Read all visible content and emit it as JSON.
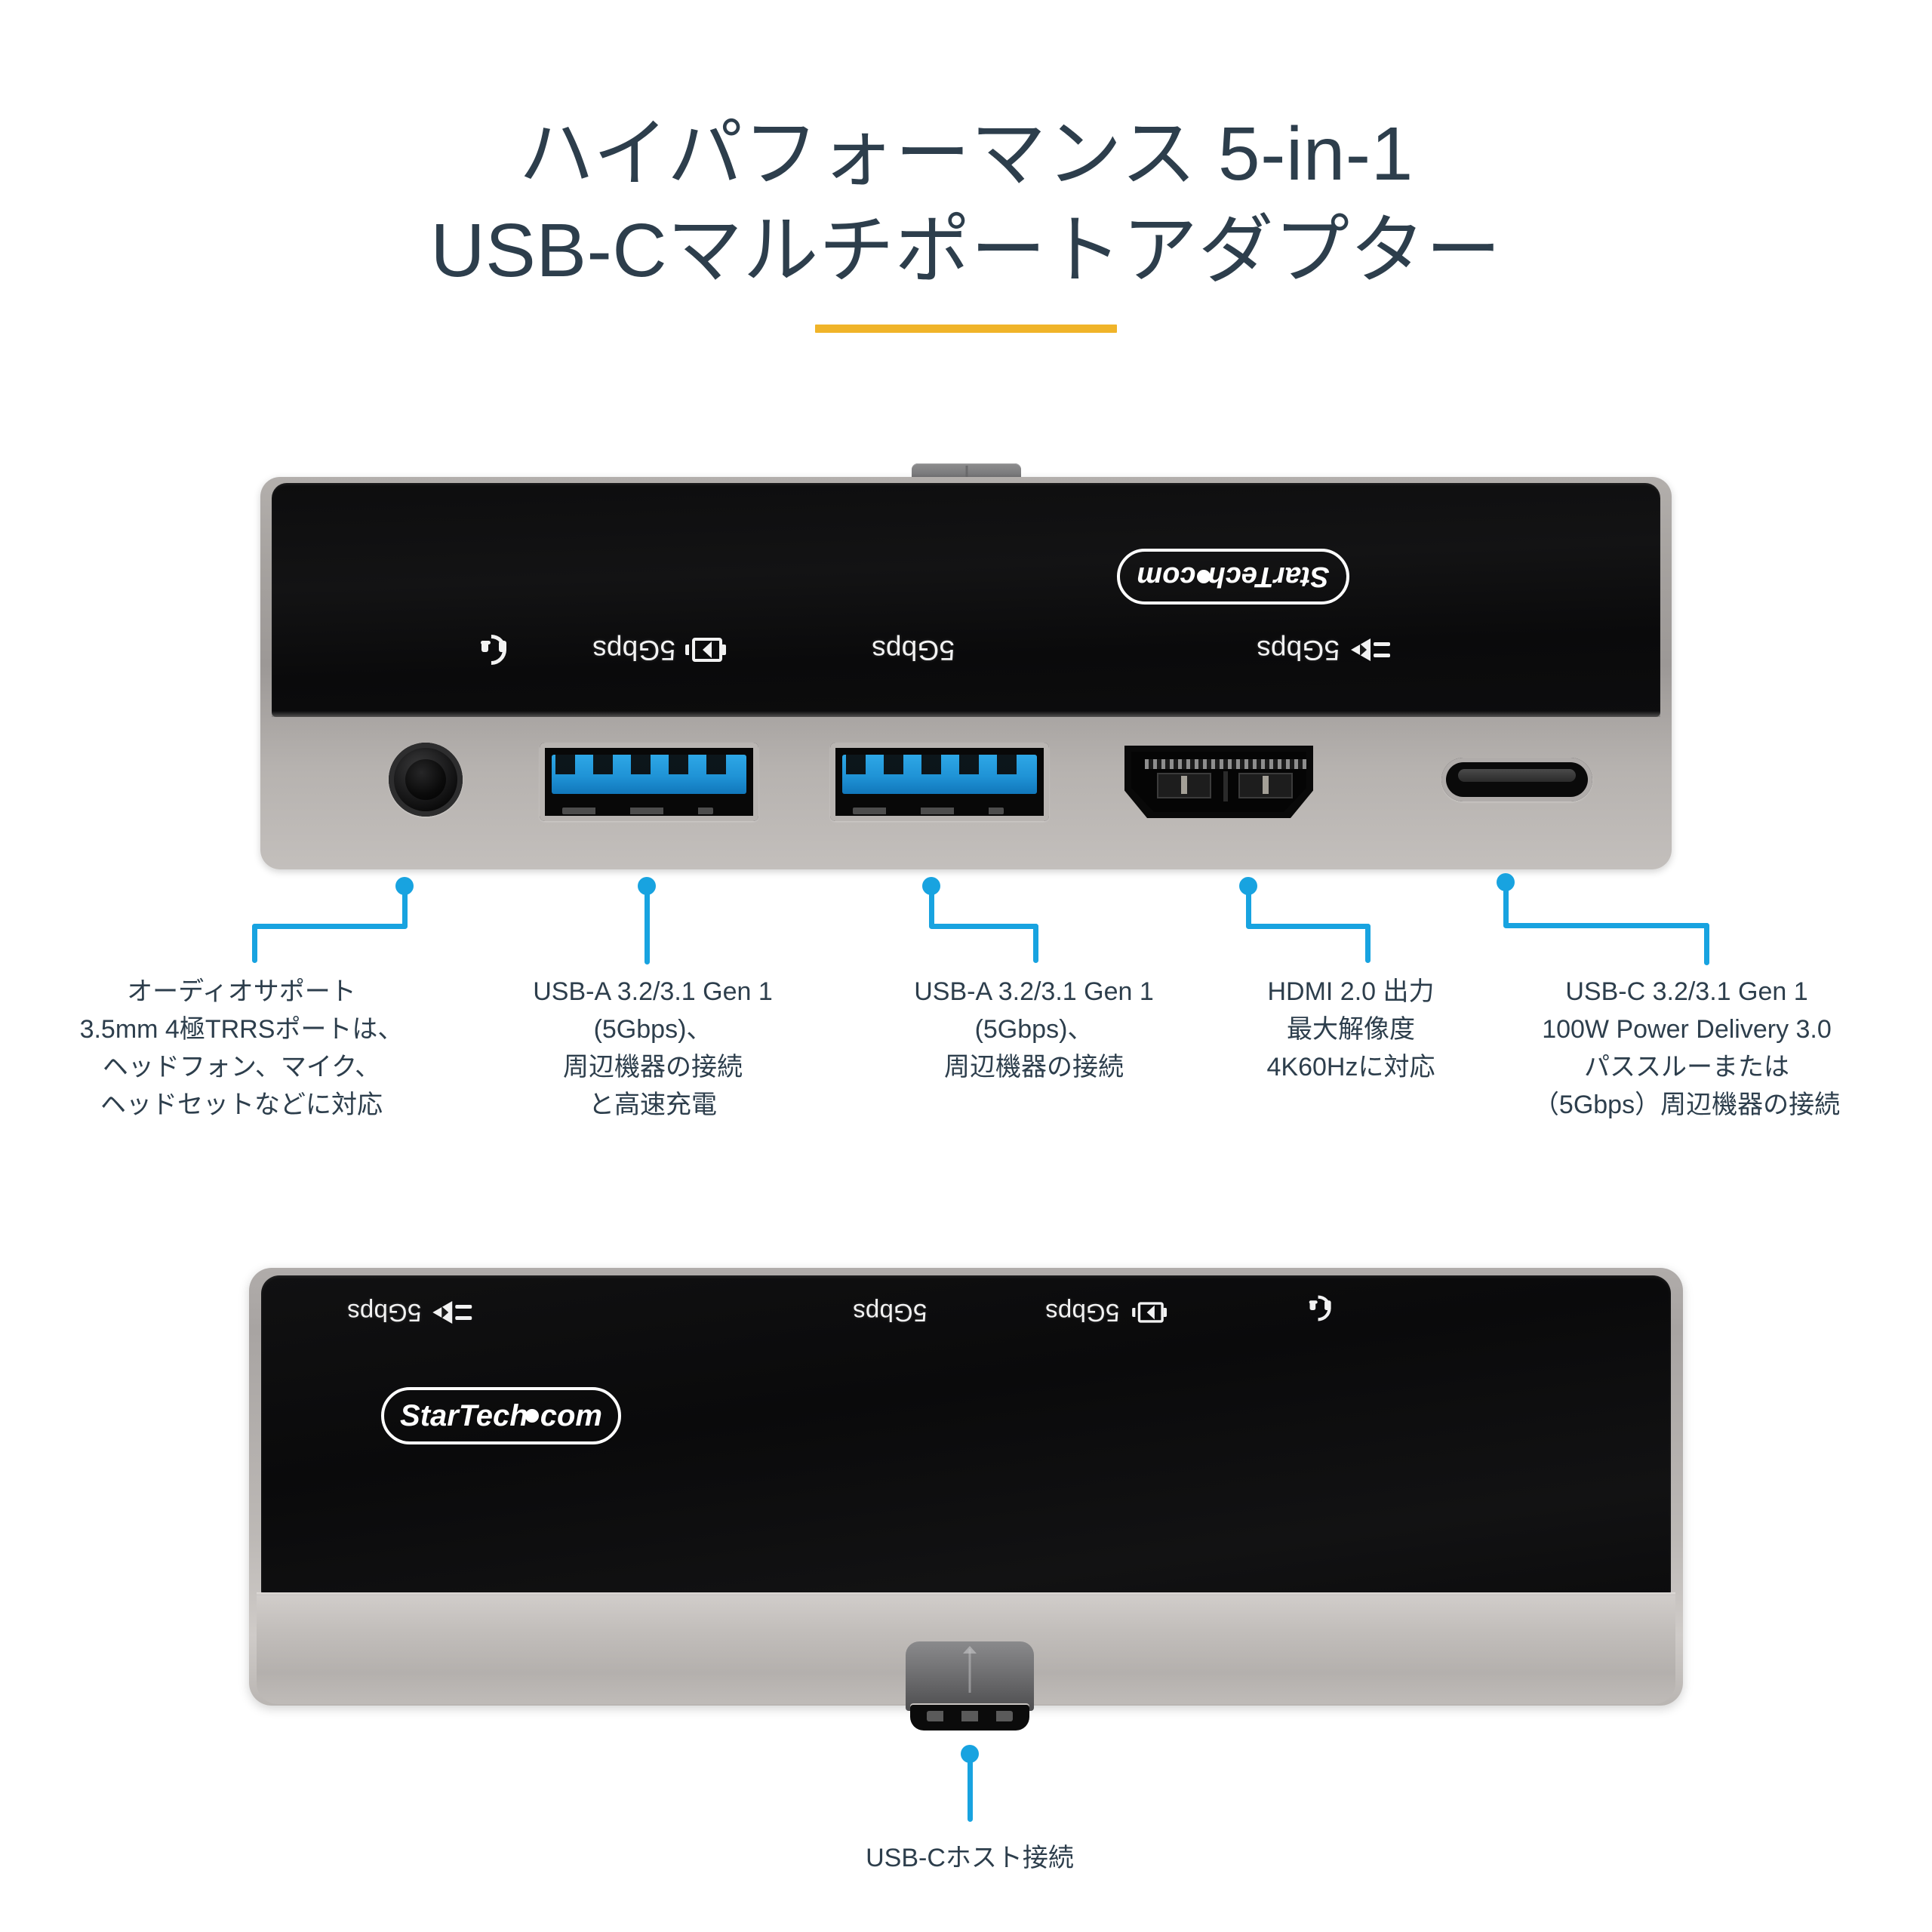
{
  "title": {
    "line1": "ハイパフォーマンス 5-in-1",
    "line2": "USB-Cマルチポートアダプター"
  },
  "colors": {
    "accent": "#18a3e0",
    "rule": "#f0b429",
    "text": "#2d3e4c",
    "usb_a_blue": "#1f93d6",
    "body_silver": "#b5b1ae",
    "panel_black": "#0d0d0e"
  },
  "device_front": {
    "brand": "StarTech",
    "brand_suffix": "com",
    "printed_labels": [
      {
        "text": "",
        "icon": "headset-icon"
      },
      {
        "text": "5Gbps",
        "icon": "battery-charging-icon"
      },
      {
        "text": "5Gbps",
        "icon": ""
      },
      {
        "text": "5Gbps",
        "icon": "power-plug-icon"
      }
    ],
    "ports": [
      {
        "name": "audio-jack-port",
        "type": "3.5mm-trrs"
      },
      {
        "name": "usb-a-port-1",
        "type": "usb-a"
      },
      {
        "name": "usb-a-port-2",
        "type": "usb-a"
      },
      {
        "name": "hdmi-port",
        "type": "hdmi"
      },
      {
        "name": "usb-c-port",
        "type": "usb-c"
      }
    ]
  },
  "device_back": {
    "brand": "StarTech",
    "brand_suffix": "com",
    "printed_labels": [
      {
        "text": "5Gbps",
        "icon": "power-plug-icon"
      },
      {
        "text": "5Gbps",
        "icon": ""
      },
      {
        "text": "5Gbps",
        "icon": "battery-charging-icon"
      },
      {
        "text": "",
        "icon": "headset-icon"
      }
    ]
  },
  "callouts": [
    {
      "id": "audio",
      "lines": [
        "オーディオサポート",
        "3.5mm 4極TRRSポートは、",
        "ヘッドフォン、マイク、",
        "ヘッドセットなどに対応"
      ]
    },
    {
      "id": "usb-a-1",
      "lines": [
        "USB-A 3.2/3.1 Gen 1",
        "(5Gbps)、",
        "周辺機器の接続",
        "と高速充電"
      ]
    },
    {
      "id": "usb-a-2",
      "lines": [
        "USB-A 3.2/3.1 Gen 1",
        "(5Gbps)、",
        "周辺機器の接続"
      ]
    },
    {
      "id": "hdmi",
      "lines": [
        "HDMI 2.0 出力",
        "最大解像度",
        "4K60Hzに対応"
      ]
    },
    {
      "id": "usb-c",
      "lines": [
        "USB-C 3.2/3.1 Gen 1",
        "100W Power Delivery 3.0",
        "パススルーまたは",
        "（5Gbps）周辺機器の接続"
      ]
    }
  ],
  "host_callout": {
    "label": "USB-Cホスト接続"
  }
}
